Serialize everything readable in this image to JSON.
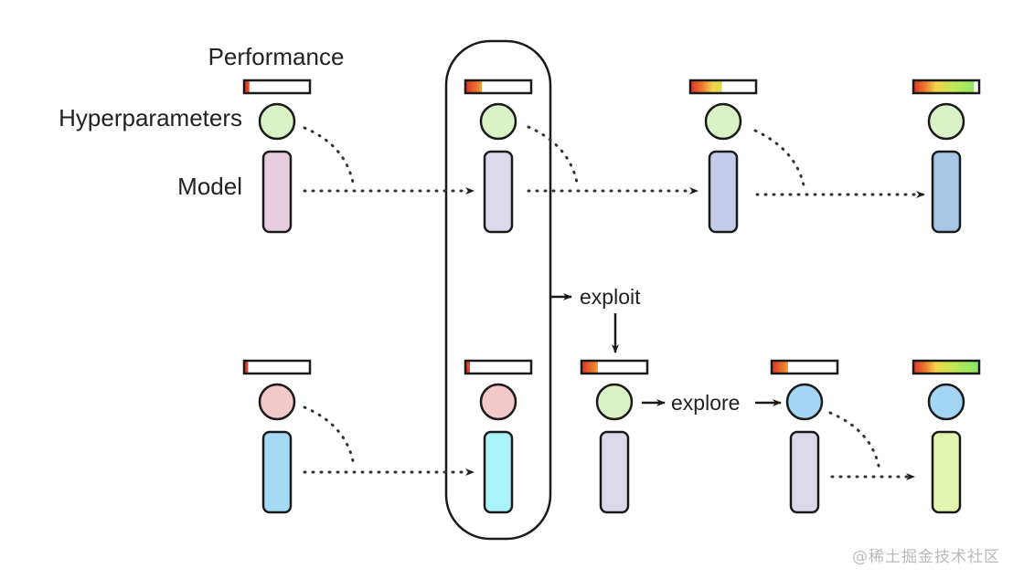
{
  "labels": {
    "performance": "Performance",
    "hyperparameters": "Hyperparameters",
    "model": "Model",
    "exploit": "exploit",
    "explore": "explore"
  },
  "watermark": "@稀土掘金技术社区",
  "colors": {
    "stroke": "#1a1a1a",
    "hyper_green": "#d9f2c6",
    "hyper_pink": "#f2c8c8",
    "hyper_blue": "#a3d6f5",
    "model_pink": "#e8cde0",
    "model_lavender": "#ddd9ea",
    "model_periwinkle": "#c3cdea",
    "model_steel": "#a6c6e6",
    "model_sky": "#a6d9f6",
    "model_cyan": "#aaf3fb",
    "model_lime": "#e4f5b0"
  },
  "workers": [
    {
      "name": "top",
      "steps": [
        {
          "performance": 0.08,
          "hyper": "hyper_green",
          "model": "model_pink"
        },
        {
          "performance": 0.25,
          "hyper": "hyper_green",
          "model": "model_lavender"
        },
        {
          "performance": 0.48,
          "hyper": "hyper_green",
          "model": "model_periwinkle"
        },
        {
          "performance": 0.92,
          "hyper": "hyper_green",
          "model": "model_steel"
        }
      ]
    },
    {
      "name": "bottom",
      "steps": [
        {
          "performance": 0.06,
          "hyper": "hyper_pink",
          "model": "model_sky"
        },
        {
          "performance": 0.07,
          "hyper": "hyper_pink",
          "model": "model_cyan"
        },
        {
          "performance": 0.25,
          "hyper": "hyper_green",
          "model": "model_lavender"
        },
        {
          "performance": 0.25,
          "hyper": "hyper_blue",
          "model": "model_lavender"
        },
        {
          "performance": 1.0,
          "hyper": "hyper_blue",
          "model": "model_lime"
        }
      ]
    }
  ]
}
